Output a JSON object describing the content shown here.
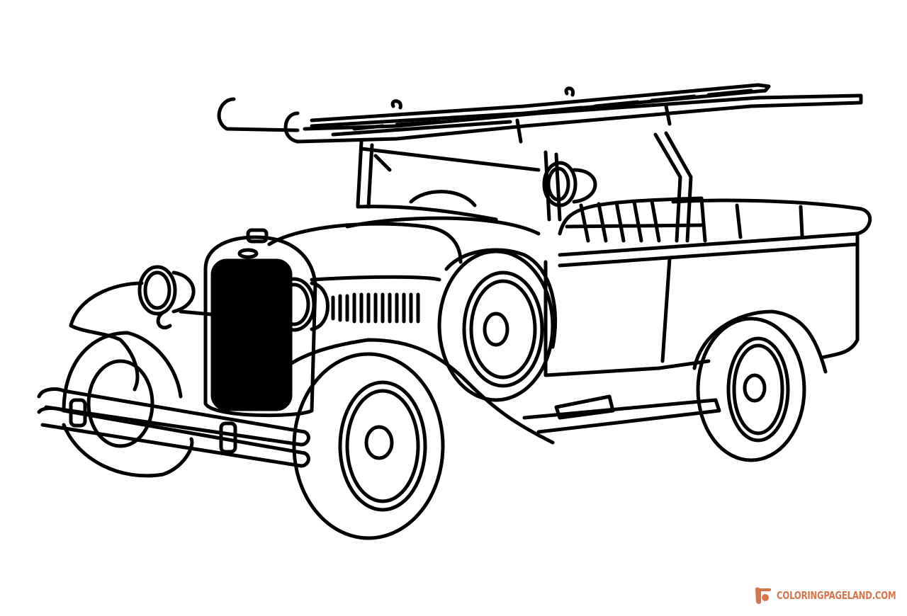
{
  "image": {
    "subject": "vintage fire truck coloring page",
    "style": "black line art on white",
    "background": "#ffffff",
    "line_color": "#000000"
  },
  "watermark": {
    "text": "COLORINGPAGELAND.COM",
    "icon": "scroll-paint-icon",
    "color": "#d4764a"
  }
}
